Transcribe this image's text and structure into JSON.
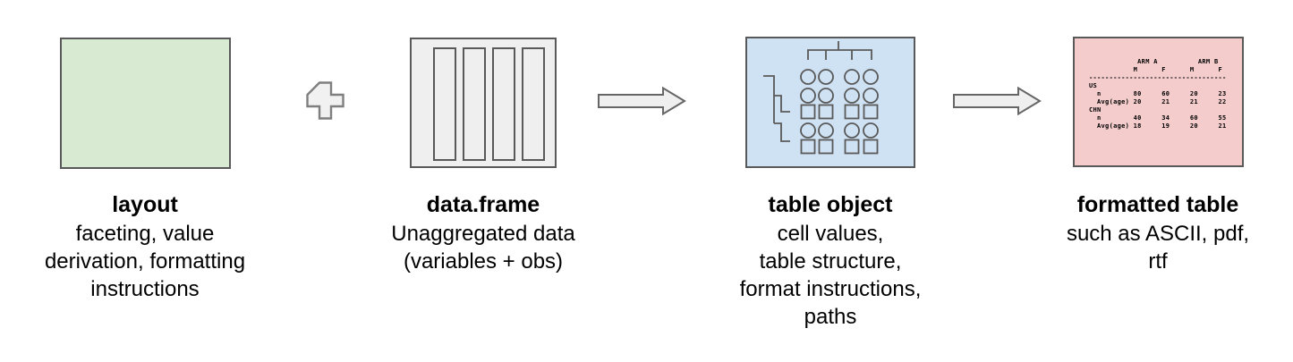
{
  "nodes": [
    {
      "id": "layout",
      "title": "layout",
      "lines": [
        "faceting, value",
        "derivation, formatting",
        "instructions"
      ],
      "fill": "#d9ead3"
    },
    {
      "id": "dataframe",
      "title": "data.frame",
      "lines": [
        "Unaggregated data",
        "(variables + obs)"
      ],
      "fill": "#efefef",
      "column_bars": 4
    },
    {
      "id": "table-object",
      "title": "table object",
      "lines": [
        "cell values,",
        "table structure,",
        "format instructions,",
        "paths"
      ],
      "fill": "#cfe2f3"
    },
    {
      "id": "formatted-table",
      "title": "formatted table",
      "lines": [
        "such as ASCII, pdf,",
        "rtf"
      ],
      "fill": "#f4cccc"
    }
  ],
  "operators": {
    "plus": "+",
    "arrow1": "right-arrow",
    "arrow2": "right-arrow"
  },
  "ascii_table": {
    "col_groups": [
      "ARM A",
      "ARM B"
    ],
    "col_headers": [
      "M",
      "F",
      "M",
      "F"
    ],
    "rows": [
      {
        "label": "US",
        "values": []
      },
      {
        "label": "n",
        "values": [
          "80",
          "60",
          "20",
          "23"
        ]
      },
      {
        "label": "Avg(age)",
        "values": [
          "20",
          "21",
          "21",
          "22"
        ]
      },
      {
        "label": "CHN",
        "values": []
      },
      {
        "label": "n",
        "values": [
          "40",
          "34",
          "60",
          "55"
        ]
      },
      {
        "label": "Avg(age)",
        "values": [
          "18",
          "19",
          "20",
          "21"
        ]
      }
    ],
    "text": "            ARM A          ARM B\n           M      F      M      F\n----------------------------------\nUS\n  n        80     60     20     23\n  Avg(age) 20     21     21     22\nCHN\n  n        40     34     60     55\n  Avg(age) 18     19     20     21"
  },
  "colors": {
    "layout_fill": "#d9ead3",
    "dataframe_fill": "#efefef",
    "table_object_fill": "#cfe2f3",
    "formatted_table_fill": "#f4cccc",
    "stroke": "#595959",
    "operator_fill": "#f1f1f1",
    "operator_stroke": "#7f7f7f"
  }
}
